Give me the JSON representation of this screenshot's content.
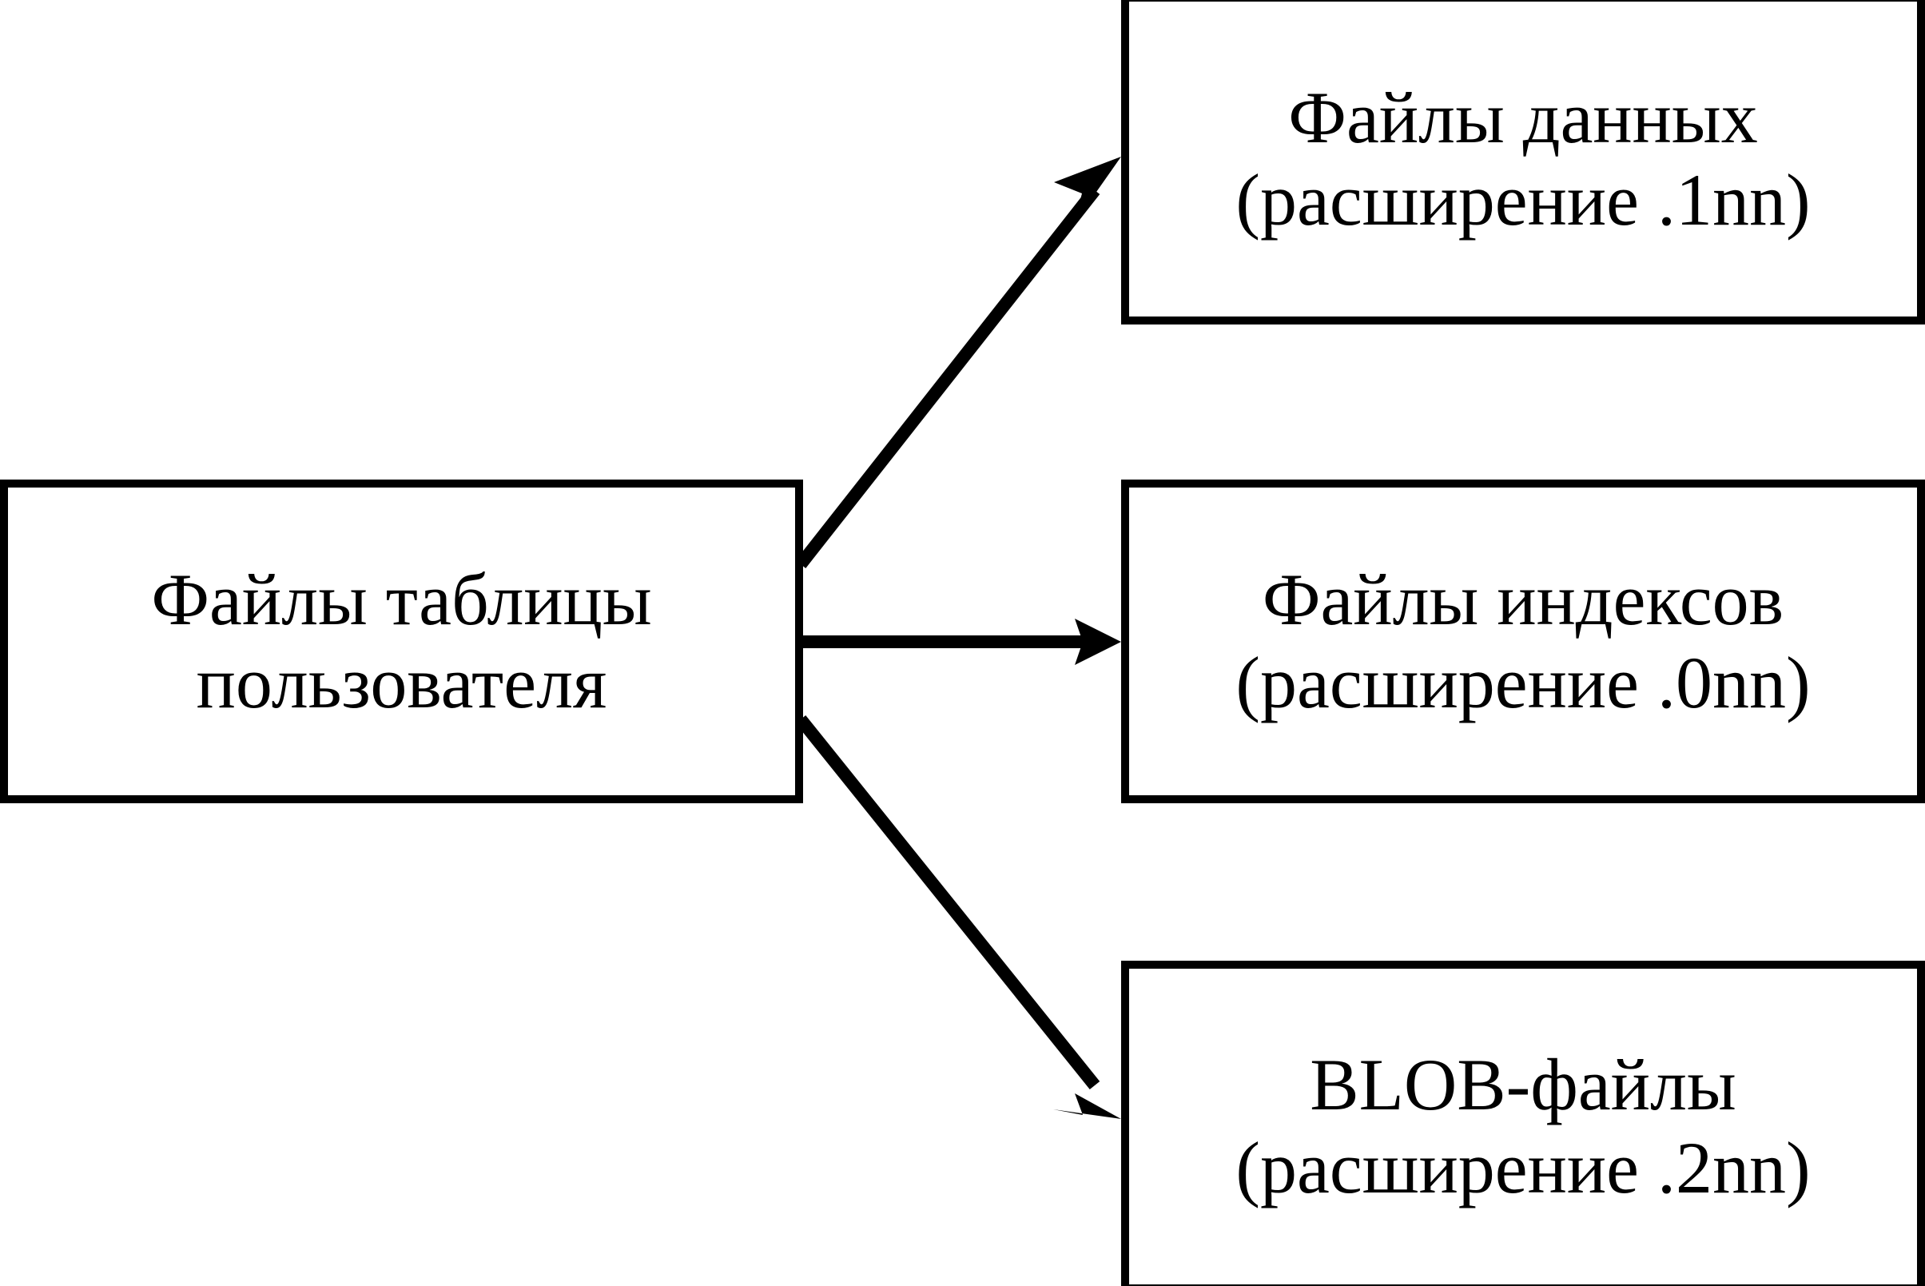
{
  "diagram": {
    "title": "Файлы таблицы пользователя",
    "language": "ru",
    "background_color": "#ffffff",
    "stroke_color": "#000000",
    "nodes": [
      {
        "id": "source",
        "role": "source",
        "line1": "Файлы таблицы",
        "line2": "пользователя"
      },
      {
        "id": "data-files",
        "role": "target",
        "line1": "Файлы данных",
        "line2": "(расширение .1nn)"
      },
      {
        "id": "index-files",
        "role": "target",
        "line1": "Файлы индексов",
        "line2": "(расширение .0nn)"
      },
      {
        "id": "blob-files",
        "role": "target",
        "line1": "BLOB-файлы",
        "line2": "(расширение .2nn)"
      }
    ],
    "edges": [
      {
        "id": "edge-to-data",
        "from": "source",
        "to": "data-files",
        "style": "solid-arrow",
        "direction": "up-right"
      },
      {
        "id": "edge-to-index",
        "from": "source",
        "to": "index-files",
        "style": "solid-arrow",
        "direction": "right"
      },
      {
        "id": "edge-to-blob",
        "from": "source",
        "to": "blob-files",
        "style": "solid-arrow",
        "direction": "down-right"
      }
    ]
  }
}
